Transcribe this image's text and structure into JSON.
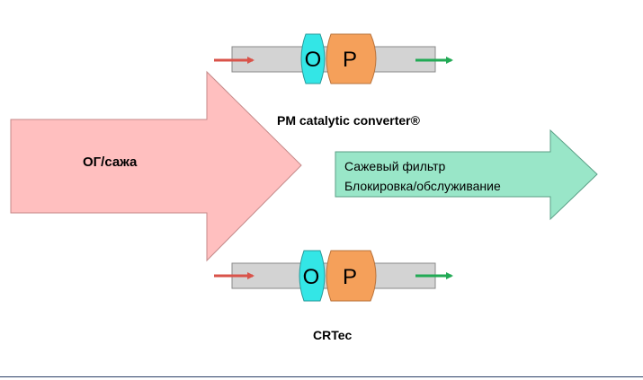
{
  "big_arrow": {
    "label": "ОГ/сажа",
    "fill": "#ffbfbf",
    "stroke": "#c48a8a"
  },
  "result_arrow": {
    "line1": "Сажевый фильтр",
    "line2": "Блокировка/обслуживание",
    "fill": "#99e6c8",
    "stroke": "#5a9f86"
  },
  "devices": [
    {
      "caption": "PM catalytic converter®",
      "oxidation_label": "O",
      "particulate_label": "P",
      "oxidation_color": "#33e6e6",
      "particulate_color": "#f5a05a"
    },
    {
      "caption": "CRTec",
      "oxidation_label": "O",
      "particulate_label": "P",
      "oxidation_color": "#33e6e6",
      "particulate_color": "#f5a05a"
    }
  ],
  "colors": {
    "pipe": "#d3d3d3",
    "inlet_arrow": "#d9534a",
    "outlet_arrow": "#22aa55"
  }
}
